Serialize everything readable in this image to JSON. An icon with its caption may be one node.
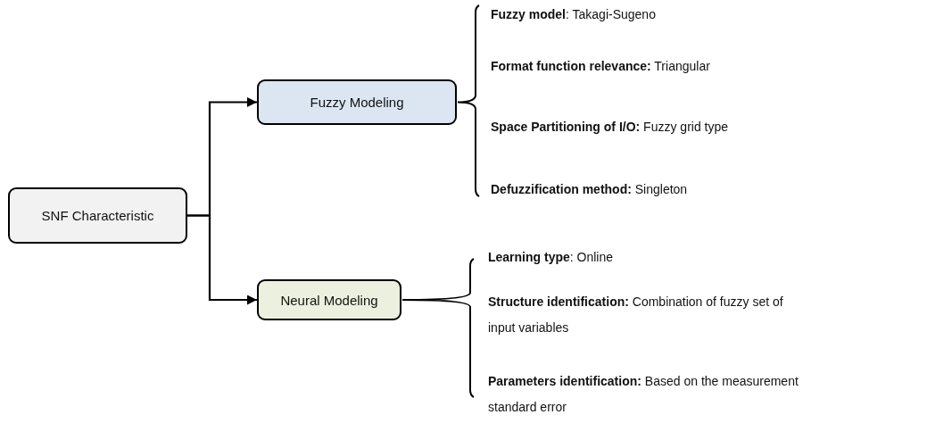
{
  "diagram": {
    "nodes": [
      {
        "text": [
          "SNF Characteristic"
        ]
      },
      {
        "text": [
          "Fuzzy Modeling"
        ],
        "beside": [
          "**Fuzzy model**: Takagi-Sugeno",
          "**Format function relevance:** Triangular",
          "**Space Partitioning of I/O:** Fuzzy grid type",
          "**Defuzzification method:** Singleton"
        ]
      },
      {
        "text": [
          "Neural Modeling"
        ],
        "beside": [
          "**Learning type**: Online",
          "**Structure identification:** Combination of fuzzy set of input variables",
          "**Parameters identification:** Based on the measurement standard error"
        ]
      }
    ],
    "edges": [
      {
        "from": 0,
        "to": 1,
        "arrow": "to"
      },
      {
        "from": 0,
        "to": 2,
        "arrow": "to"
      }
    ]
  }
}
